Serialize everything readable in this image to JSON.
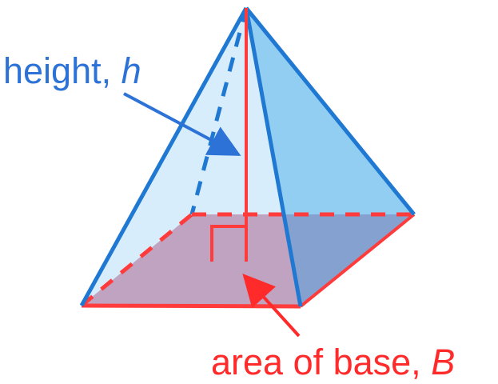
{
  "labels": {
    "height": {
      "text": "height, ",
      "symbol": "h"
    },
    "base": {
      "text": "area of base, ",
      "symbol": "B"
    }
  },
  "colors": {
    "background": "#ffffff",
    "height_label": "#2d73d7",
    "base_label": "#ff2a2a",
    "pyramid_edge_blue": "#1f78d1",
    "pyramid_edge_red": "#ff3b3b",
    "front_face_fill": "#a8d8f8",
    "right_face_fill": "#5fb5ec",
    "base_fill": "#c85a7a"
  }
}
